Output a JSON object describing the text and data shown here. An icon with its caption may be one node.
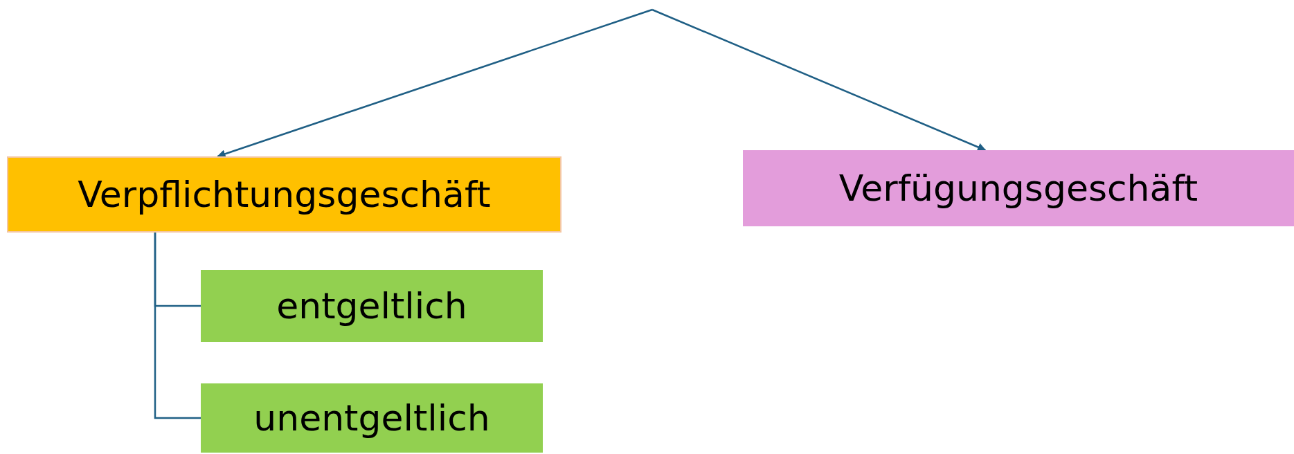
{
  "diagram": {
    "nodes": [
      {
        "text": [
          "Verpflichtungsgeschäft"
        ]
      },
      {
        "text": [
          "Verfügungsgeschäft"
        ]
      },
      {
        "text": [
          "entgeltlich"
        ]
      },
      {
        "text": [
          "unentgeltlich"
        ]
      }
    ],
    "edges": [
      {
        "from": null,
        "to": 0,
        "arrow": "to"
      },
      {
        "from": null,
        "to": 1,
        "arrow": "to"
      },
      {
        "from": 0,
        "to": 2,
        "arrow": "none"
      },
      {
        "from": 0,
        "to": 3,
        "arrow": "none"
      }
    ]
  }
}
